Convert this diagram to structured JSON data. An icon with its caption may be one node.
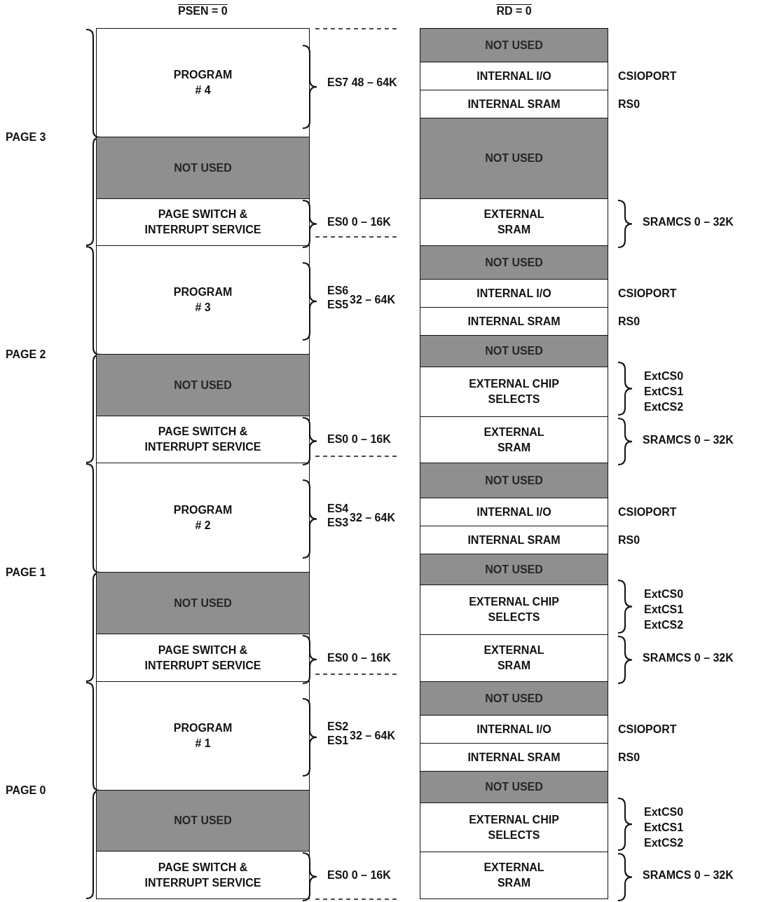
{
  "diagram": {
    "nodes": [
      {
        "text": [
          "PROGRAM # 4"
        ],
        "beside": [
          "ES7 48 – 64K"
        ]
      },
      {
        "text": [
          "NOT USED"
        ]
      },
      {
        "text": [
          "PAGE SWITCH & INTERRUPT SERVICE"
        ],
        "beside": [
          "ES0 0 – 16K"
        ]
      },
      {
        "text": [
          "PROGRAM # 3"
        ],
        "beside": [
          "ES6",
          "ES5",
          "32 – 64K"
        ]
      },
      {
        "text": [
          "NOT USED"
        ]
      },
      {
        "text": [
          "PAGE SWITCH & INTERRUPT SERVICE"
        ],
        "beside": [
          "ES0 0 – 16K"
        ]
      },
      {
        "text": [
          "PROGRAM # 2"
        ],
        "beside": [
          "ES4",
          "ES3",
          "32 – 64K"
        ]
      },
      {
        "text": [
          "NOT USED"
        ]
      },
      {
        "text": [
          "PAGE SWITCH & INTERRUPT SERVICE"
        ],
        "beside": [
          "ES0 0 – 16K"
        ]
      },
      {
        "text": [
          "PROGRAM # 1"
        ],
        "beside": [
          "ES2",
          "ES1",
          "32 – 64K"
        ]
      },
      {
        "text": [
          "NOT USED"
        ]
      },
      {
        "text": [
          "PAGE SWITCH & INTERRUPT SERVICE"
        ],
        "beside": [
          "ES0 0 – 16K"
        ]
      },
      {
        "text": [
          "NOT USED"
        ]
      },
      {
        "text": [
          "INTERNAL I/O"
        ],
        "beside": [
          "CSIOPORT"
        ]
      },
      {
        "text": [
          "INTERNAL SRAM"
        ],
        "beside": [
          "RS0"
        ]
      },
      {
        "text": [
          "NOT USED"
        ]
      },
      {
        "text": [
          "EXTERNAL SRAM"
        ],
        "beside": [
          "SRAMCS 0 – 32K"
        ]
      },
      {
        "text": [
          "NOT USED"
        ]
      },
      {
        "text": [
          "INTERNAL I/O"
        ],
        "beside": [
          "CSIOPORT"
        ]
      },
      {
        "text": [
          "INTERNAL SRAM"
        ],
        "beside": [
          "RS0"
        ]
      },
      {
        "text": [
          "NOT USED"
        ]
      },
      {
        "text": [
          "EXTERNAL CHIP SELECTS"
        ],
        "beside": [
          "ExtCS0",
          "ExtCS1",
          "ExtCS2"
        ]
      },
      {
        "text": [
          "EXTERNAL SRAM"
        ],
        "beside": [
          "SRAMCS 0 – 32K"
        ]
      },
      {
        "text": [
          "NOT USED"
        ]
      },
      {
        "text": [
          "INTERNAL I/O"
        ],
        "beside": [
          "CSIOPORT"
        ]
      },
      {
        "text": [
          "INTERNAL SRAM"
        ],
        "beside": [
          "RS0"
        ]
      },
      {
        "text": [
          "NOT USED"
        ]
      },
      {
        "text": [
          "EXTERNAL CHIP SELECTS"
        ],
        "beside": [
          "ExtCS0",
          "ExtCS1",
          "ExtCS2"
        ]
      },
      {
        "text": [
          "EXTERNAL SRAM"
        ],
        "beside": [
          "SRAMCS 0 – 32K"
        ]
      },
      {
        "text": [
          "NOT USED"
        ]
      },
      {
        "text": [
          "INTERNAL I/O"
        ],
        "beside": [
          "CSIOPORT"
        ]
      },
      {
        "text": [
          "INTERNAL SRAM"
        ],
        "beside": [
          "RS0"
        ]
      },
      {
        "text": [
          "NOT USED"
        ]
      },
      {
        "text": [
          "EXTERNAL CHIP SELECTS"
        ],
        "beside": [
          "ExtCS0",
          "ExtCS1",
          "ExtCS2"
        ]
      },
      {
        "text": [
          "EXTERNAL SRAM"
        ],
        "beside": [
          "SRAMCS 0 – 32K"
        ]
      }
    ],
    "labels": [
      "PSEN = 0",
      "RD = 0",
      "PAGE 3",
      "PAGE 2",
      "PAGE 1",
      "PAGE 0"
    ]
  }
}
